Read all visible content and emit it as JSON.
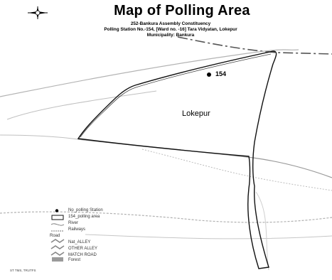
{
  "map": {
    "title": "Map of Polling Area",
    "subtitle_line1": "252-Bankura Assembly Constituency",
    "subtitle_line2": "Polling Station No.-154, [Ward no. -16] Tara Vidyatan, Lokepur",
    "subtitle_line3": "Municipality: Bankura",
    "place_label": "Lokepur",
    "station_label": "154",
    "compass_icon": "compass-rose-icon"
  },
  "legend": {
    "items": [
      {
        "label": "No_polling Station",
        "icon": "station-dot-icon"
      },
      {
        "label": "154_polling area",
        "icon": "area-box-icon"
      },
      {
        "label": "River",
        "icon": "river-line-icon"
      },
      {
        "label": "Railways",
        "icon": "railway-line-icon"
      },
      {
        "label": "Road",
        "icon": "road-heading-icon"
      },
      {
        "label": "Nat_ALLEY",
        "icon": "road-line-icon"
      },
      {
        "label": "OTHER ALLEY",
        "icon": "road-line-icon"
      },
      {
        "label": "MATCH ROAD",
        "icon": "road-line-icon"
      },
      {
        "label": "Forest",
        "icon": "forest-swatch-icon"
      }
    ]
  },
  "footer": {
    "text": "ST TMS, TRUTFS"
  },
  "colors": {
    "boundary": "#111111",
    "river": "#a8a8a8",
    "road": "#8a8a8a",
    "forest": "#9a9a9a"
  }
}
